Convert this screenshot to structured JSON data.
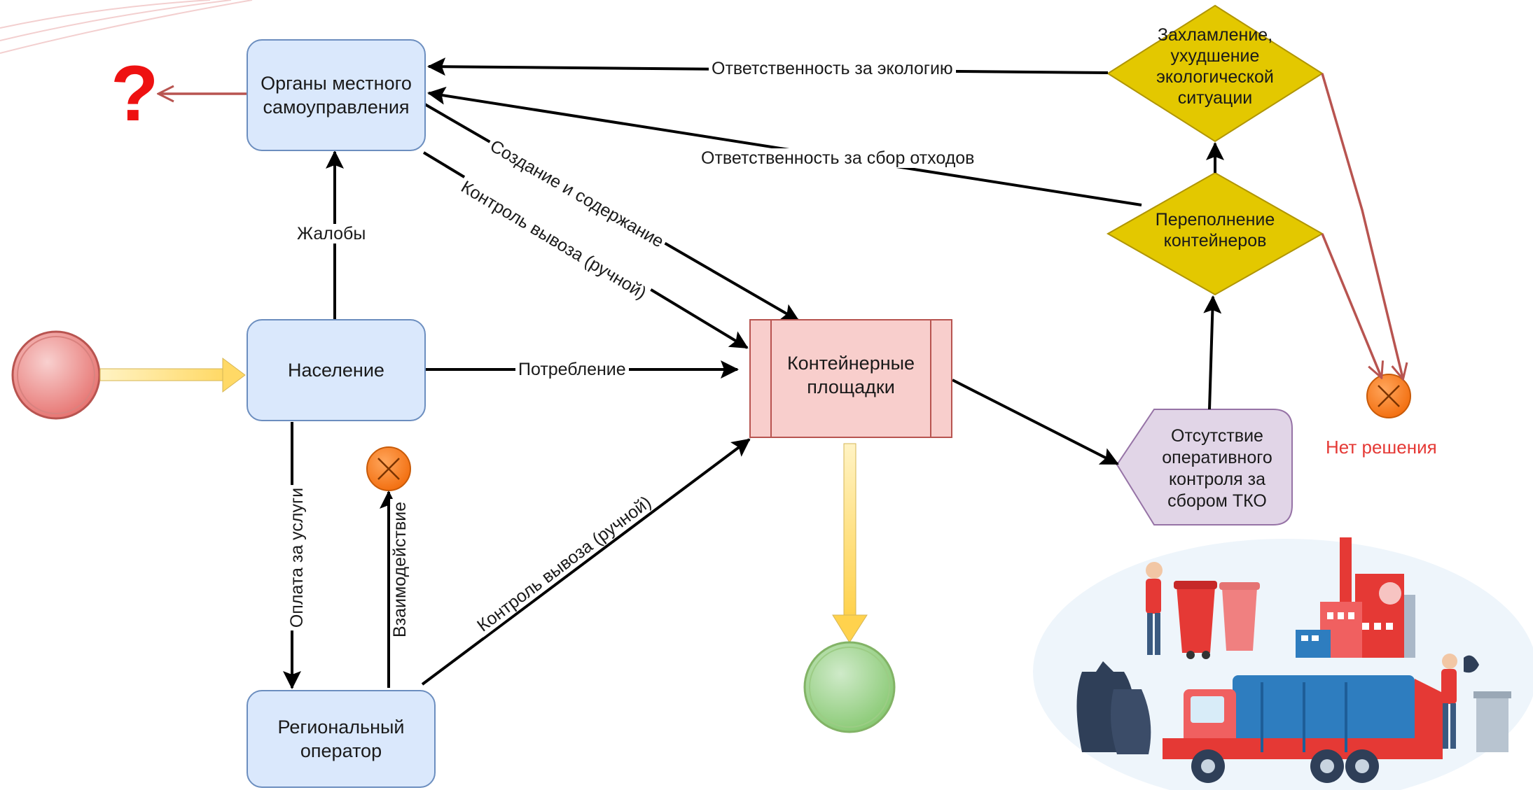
{
  "nodes": {
    "local_gov": "Органы местного\nсамоуправления",
    "population": "Население",
    "regional_operator": "Региональный\nоператор",
    "container_sites": "Контейнерные\nплощадки",
    "lack_control": "Отсутствие\nоперативного\nконтроля за\nсбором ТКО",
    "overflow": "Переполнение\nконтейнеров",
    "pollution": "Захламление,\nухудшение\nэкологической\nситуации"
  },
  "edges": {
    "ecology_responsibility": "Ответственность за экологию",
    "waste_collection_responsibility": "Ответственность за сбор отходов",
    "creation_maintenance": "Создание и содержание",
    "removal_control_manual_1": "Контроль вывоза (ручной)",
    "complaints": "Жалобы",
    "consumption": "Потребление",
    "payment": "Оплата за услуги",
    "interaction": "Взаимодействие",
    "removal_control_manual_2": "Контроль вывоза (ручной)"
  },
  "labels": {
    "no_solution": "Нет решения",
    "question_mark": "?"
  },
  "colors": {
    "task_fill": "#dae8fc",
    "task_stroke": "#6c8ebf",
    "subprocess_fill": "#f8cecc",
    "decision_fill": "#e3c800",
    "offpage_fill": "#e1d5e7",
    "start_fill": "#f19c99",
    "end_fill": "#d5e8d4",
    "terminate_fill": "#ff7517",
    "accent_red": "#b85450"
  }
}
